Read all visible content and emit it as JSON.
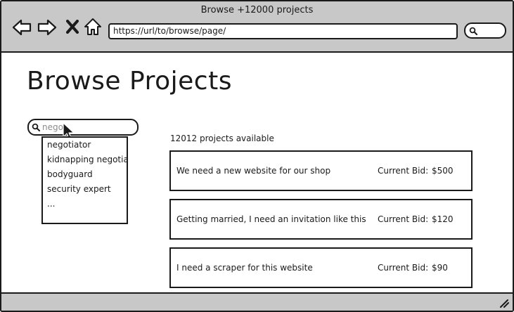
{
  "window": {
    "title": "Browse +12000 projects",
    "url": "https://url/to/browse/page/"
  },
  "icons": {
    "back": "back-arrow-icon",
    "forward": "forward-arrow-icon",
    "close": "close-x-icon",
    "home": "home-icon",
    "search": "search-icon",
    "cursor": "cursor-pointer-icon",
    "resize": "resize-grip-icon"
  },
  "page": {
    "title": "Browse Projects"
  },
  "search": {
    "value": "nego",
    "suggestions": [
      "negotiator",
      "kidnapping negotiator",
      "bodyguard",
      "security expert",
      "..."
    ]
  },
  "projects": {
    "count_text": "12012 projects available",
    "items": [
      {
        "description": "We need a new website for our shop",
        "bid_label": "Current Bid:",
        "bid_value": "$500"
      },
      {
        "description": "Getting married, I need an invitation like this",
        "bid_label": "Current Bid:",
        "bid_value": "$120"
      },
      {
        "description": "I need a scraper for this website",
        "bid_label": "Current Bid:",
        "bid_value": "$90"
      }
    ]
  },
  "colors": {
    "chrome": "#c8c8c8",
    "ink": "#1a1a1a",
    "placeholder": "#8c8c8c",
    "background": "#ffffff"
  }
}
